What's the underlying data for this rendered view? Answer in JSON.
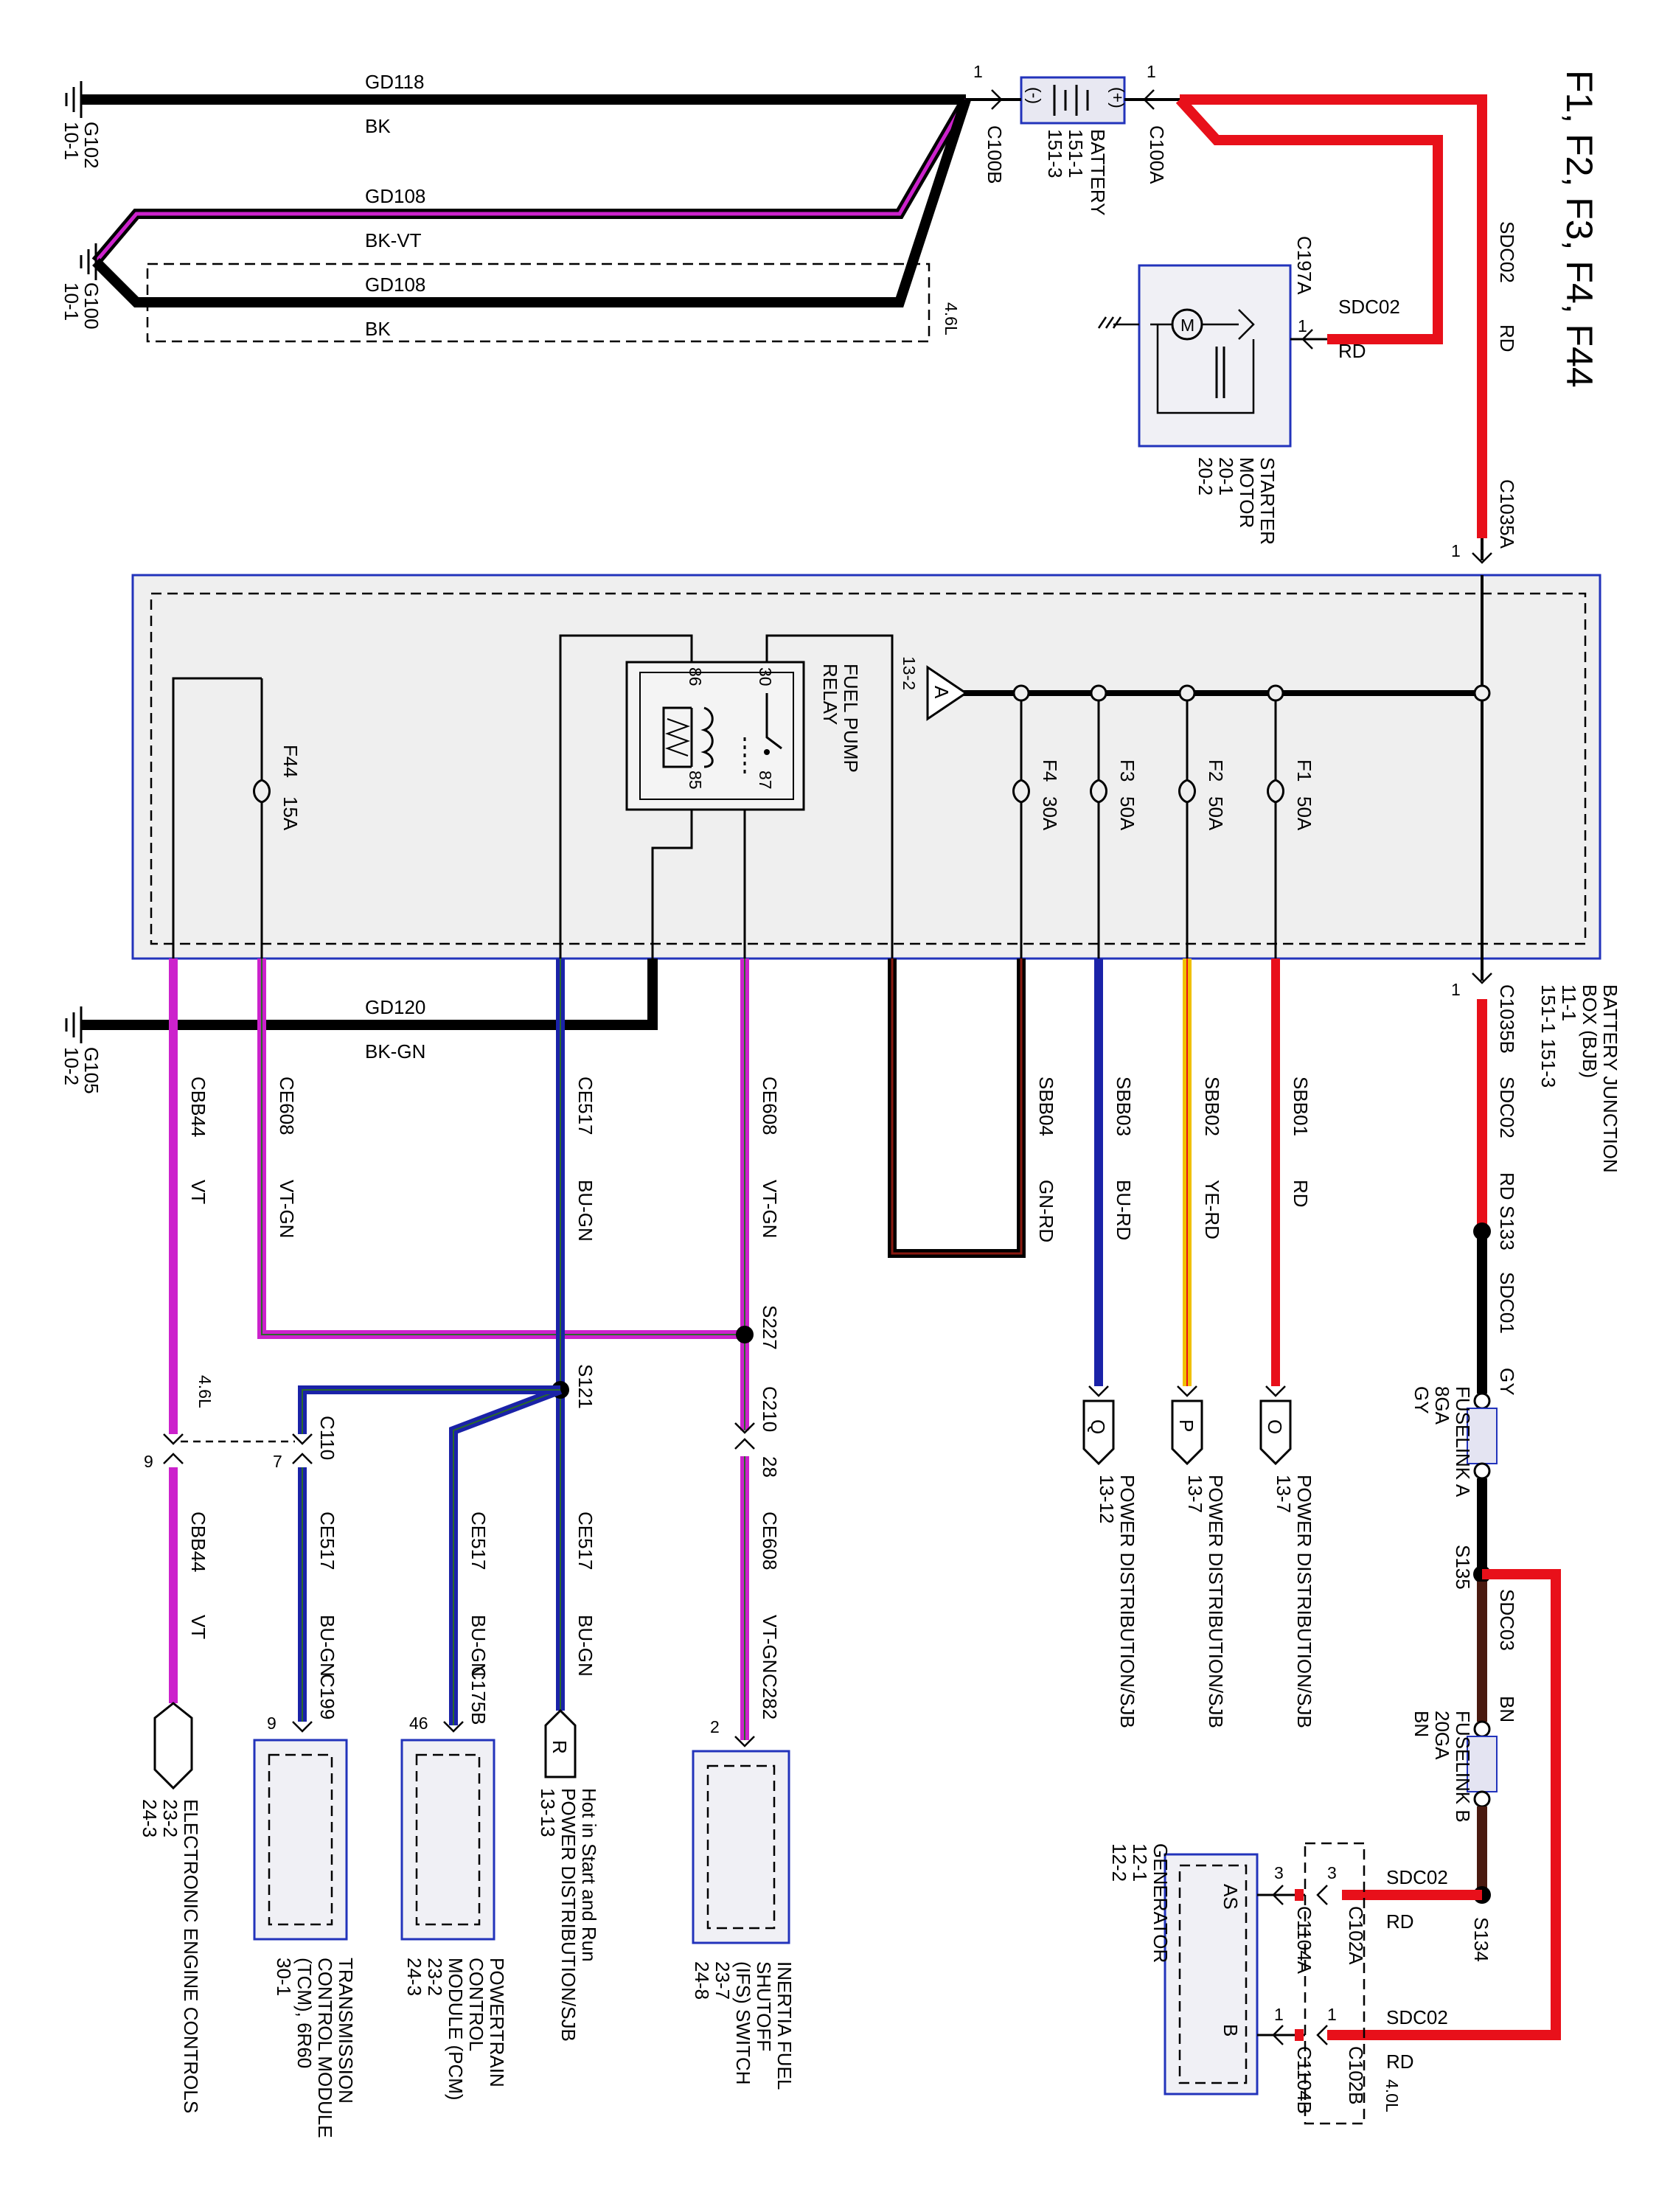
{
  "title": "F1, F2, F3, F4, F44",
  "colors": {
    "black": "#000000",
    "red": "#e8101a",
    "violet": "#cc22cc",
    "blue": "#1a22a8",
    "yellow": "#f0c000",
    "brown": "#4a1a10",
    "box_border": "#2233bb",
    "box_fill": "#efefef"
  },
  "grounds": {
    "g102": {
      "name": "G102",
      "ref": "10-1"
    },
    "g100": {
      "name": "G100",
      "ref": "10-1"
    },
    "g105": {
      "name": "G105",
      "ref": "10-2"
    }
  },
  "top_wires": {
    "gd118": {
      "circuit": "GD118",
      "color": "BK"
    },
    "gd108a": {
      "circuit": "GD108",
      "color": "BK-VT"
    },
    "gd108b": {
      "circuit": "GD108",
      "color": "BK"
    },
    "gd120": {
      "circuit": "GD120",
      "color": "BK-GN"
    },
    "engine_46l": "4.6L"
  },
  "battery": {
    "name": "BATTERY",
    "refs": [
      "151-1",
      "151-3"
    ],
    "conn_neg": "C100B",
    "conn_pos": "C100A",
    "pin_neg": "1",
    "pin_pos": "1",
    "neg_mark": "(-)",
    "pos_mark": "(+)"
  },
  "starter": {
    "name": "STARTER",
    "name2": "MOTOR",
    "refs": [
      "20-1",
      "20-2"
    ],
    "conn": "C197A",
    "pin": "1",
    "wire_circuit": "SDC02",
    "wire_color": "RD"
  },
  "main_feed": {
    "circuit": "SDC02",
    "color": "RD",
    "conn_top": "C1035A",
    "pin_top": "1"
  },
  "bjb": {
    "name_line1": "BATTERY JUNCTION",
    "name_line2": "BOX (BJB)",
    "refs_line1": "11-1",
    "refs_line2": "151-1     151-3",
    "fuel_pump_relay": "FUEL PUMP",
    "fuel_pump_relay2": "RELAY",
    "relay_ref": "13-2",
    "relay_pins": {
      "p30": "30",
      "p86": "86",
      "p85": "85",
      "p87": "87"
    },
    "fuses": [
      {
        "name": "F1",
        "rating": "50A"
      },
      {
        "name": "F2",
        "rating": "50A"
      },
      {
        "name": "F3",
        "rating": "50A"
      },
      {
        "name": "F4",
        "rating": "30A"
      },
      {
        "name": "F44",
        "rating": "15A"
      }
    ],
    "triangle": "A"
  },
  "bottom_feed": {
    "conn": "C1035B",
    "pin": "1",
    "circuit": "SDC02",
    "color": "RD"
  },
  "splices": {
    "s133": "S133",
    "s135": "S135",
    "s134": "S134",
    "s227": "S227",
    "s121": "S121"
  },
  "sdc01": {
    "circuit": "SDC01",
    "color": "GY"
  },
  "fuselink_a": {
    "name": "FUSELINK A",
    "gauge": "8GA",
    "color": "GY"
  },
  "sdc03": {
    "circuit": "SDC03",
    "color": "BN"
  },
  "fuselink_b": {
    "name": "FUSELINK B",
    "gauge": "20GA",
    "color": "BN"
  },
  "generator": {
    "name": "GENERATOR",
    "refs": [
      "12-1",
      "12-2"
    ],
    "wire_as": {
      "circuit": "SDC02",
      "color": "RD"
    },
    "wire_b": {
      "circuit": "SDC02",
      "color": "RD"
    },
    "c102a": "C102A",
    "c102b": "C102B",
    "c1104a": "C1104A",
    "c1104b": "C1104B",
    "pin3": "3",
    "pin1": "1",
    "as": "AS",
    "b": "B",
    "engine": "4.0L"
  },
  "power_wires": [
    {
      "circuit": "SBB01",
      "color": "RD",
      "tag": "O",
      "dest": "POWER DISTRIBUTION/SJB",
      "ref": "13-7"
    },
    {
      "circuit": "SBB02",
      "color": "YE-RD",
      "tag": "P",
      "dest": "POWER DISTRIBUTION/SJB",
      "ref": "13-7"
    },
    {
      "circuit": "SBB03",
      "color": "BU-RD",
      "tag": "Q",
      "dest": "POWER DISTRIBUTION/SJB",
      "ref": "13-12"
    },
    {
      "circuit": "SBB04",
      "color": "GN-RD"
    }
  ],
  "ce608": {
    "circuit": "CE608",
    "color": "VT-GN",
    "c210": "C210",
    "c210_pin": "28",
    "c282": "C282",
    "c282_pin": "2"
  },
  "ifs": {
    "name1": "INERTIA FUEL",
    "name2": "SHUTOFF",
    "name3": "(IFS) SWITCH",
    "ref": "24-8",
    "ref2": "23-7"
  },
  "ce517": {
    "circuit": "CE517",
    "color": "BU-GN",
    "c175b": "C175B",
    "c175b_pin": "46",
    "c199": "C199",
    "c199_pin": "9",
    "c110": "C110",
    "c110_pin": "7"
  },
  "tag_r": {
    "tag": "R",
    "line1": "Hot in Start and Run",
    "line2": "POWER DISTRIBUTION/SJB",
    "ref": "13-13"
  },
  "pcm": {
    "name1": "POWERTRAIN",
    "name2": "CONTROL",
    "name3": "MODULE (PCM)",
    "ref1": "23-2",
    "ref2": "24-3"
  },
  "tcm": {
    "name1": "TRANSMISSION",
    "name2": "CONTROL MODULE",
    "name3": "(TCM), 6R60",
    "ref": "30-1"
  },
  "cbb44": {
    "circuit": "CBB44",
    "color": "VT",
    "pin": "9",
    "engine": "4.6L"
  },
  "eec": {
    "name": "ELECTRONIC ENGINE CONTROLS",
    "ref1": "23-2",
    "ref2": "24-3"
  }
}
